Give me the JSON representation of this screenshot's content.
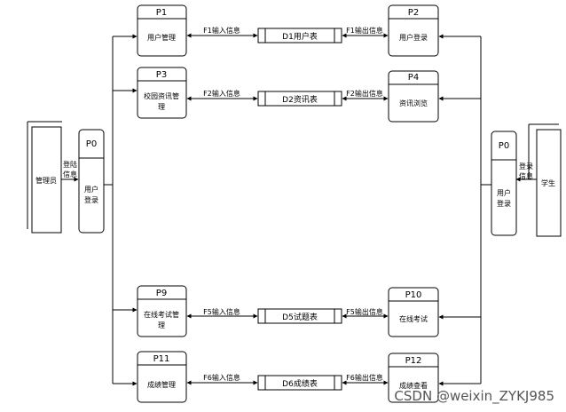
{
  "entities": {
    "admin": {
      "label": "管理员"
    },
    "student": {
      "label": "学生"
    }
  },
  "processes": {
    "p0_left": {
      "id": "P0",
      "name": [
        "用户",
        "登录"
      ]
    },
    "p0_right": {
      "id": "P0",
      "name": [
        "用户",
        "登录"
      ]
    },
    "p1": {
      "id": "P1",
      "name": [
        "用户管理"
      ]
    },
    "p2": {
      "id": "P2",
      "name": [
        "用户登录"
      ]
    },
    "p3": {
      "id": "P3",
      "name": [
        "校园资讯管",
        "理"
      ]
    },
    "p4": {
      "id": "P4",
      "name": [
        "资讯浏览"
      ]
    },
    "p9": {
      "id": "P9",
      "name": [
        "在线考试管",
        "理"
      ]
    },
    "p10": {
      "id": "P10",
      "name": [
        "在线考试"
      ]
    },
    "p11": {
      "id": "P11",
      "name": [
        "成绩管理"
      ]
    },
    "p12": {
      "id": "P12",
      "name": [
        "成绩查看"
      ]
    }
  },
  "stores": {
    "d1": {
      "label": "D1用户表"
    },
    "d2": {
      "label": "D2资讯表"
    },
    "d5": {
      "label": "D5试题表"
    },
    "d6": {
      "label": "D6成绩表"
    }
  },
  "flows": {
    "f1_in": "F1输入信息",
    "f1_out": "F1输出信息",
    "f2_in": "F2输入信息",
    "f2_out": "F2输出信息",
    "f5_in": "F5输入信息",
    "f5_out": "F5输出信息",
    "f6_in": "F6输入信息",
    "f6_out": "F6输出信息",
    "login_left": [
      "登陆",
      "信息"
    ],
    "login_right": [
      "登录",
      "信息"
    ]
  },
  "watermark": "CSDN @weixin_ZYKJ985",
  "colors": {
    "line": "#000000",
    "watermark": "#555555"
  }
}
